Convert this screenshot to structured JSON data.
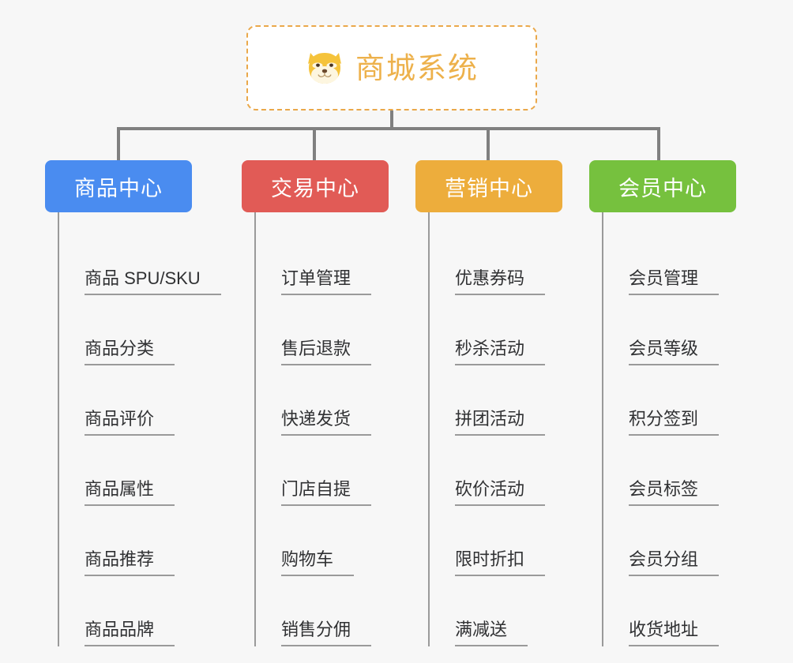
{
  "page": {
    "background_color": "#f7f7f7",
    "text_color": "#303133",
    "connector_color": "#9a9a9a"
  },
  "root": {
    "title": "商城系统",
    "icon": "shiba-dog-icon",
    "border_color": "#eaa84a",
    "text_color": "#edb14b",
    "background_color": "#ffffff"
  },
  "columns": [
    {
      "id": "product-center",
      "label": "商品中心",
      "color": "#4a8cf0",
      "items": [
        {
          "label": "商品 SPU/SKU"
        },
        {
          "label": "商品分类"
        },
        {
          "label": "商品评价"
        },
        {
          "label": "商品属性"
        },
        {
          "label": "商品推荐"
        },
        {
          "label": "商品品牌"
        }
      ]
    },
    {
      "id": "trade-center",
      "label": "交易中心",
      "color": "#e15b56",
      "items": [
        {
          "label": "订单管理"
        },
        {
          "label": "售后退款"
        },
        {
          "label": "快递发货"
        },
        {
          "label": "门店自提"
        },
        {
          "label": "购物车"
        },
        {
          "label": "销售分佣"
        }
      ]
    },
    {
      "id": "marketing-center",
      "label": "营销中心",
      "color": "#edad3c",
      "items": [
        {
          "label": "优惠券码"
        },
        {
          "label": "秒杀活动"
        },
        {
          "label": "拼团活动"
        },
        {
          "label": "砍价活动"
        },
        {
          "label": "限时折扣"
        },
        {
          "label": "满减送"
        }
      ]
    },
    {
      "id": "member-center",
      "label": "会员中心",
      "color": "#76c13e",
      "items": [
        {
          "label": "会员管理"
        },
        {
          "label": "会员等级"
        },
        {
          "label": "积分签到"
        },
        {
          "label": "会员标签"
        },
        {
          "label": "会员分组"
        },
        {
          "label": "收货地址"
        }
      ]
    }
  ]
}
